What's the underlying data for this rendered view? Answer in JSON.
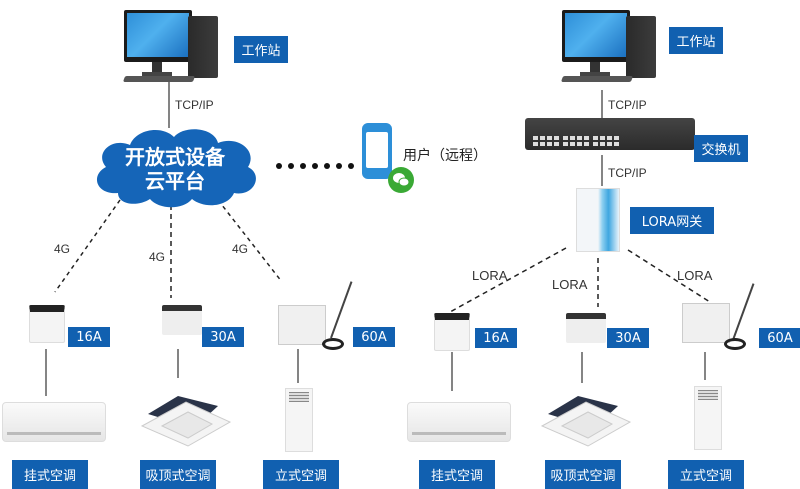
{
  "left_system": {
    "workstation_label": "工作站",
    "link_top": "TCP/IP",
    "cloud_line1": "开放式设备",
    "cloud_line2": "云平台",
    "links": [
      "4G",
      "4G",
      "4G"
    ],
    "devices": [
      {
        "rating": "16A",
        "ac_label": "挂式空调"
      },
      {
        "rating": "30A",
        "ac_label": "吸顶式空调"
      },
      {
        "rating": "60A",
        "ac_label": "立式空调"
      }
    ]
  },
  "remote_user": {
    "label": "用户（远程）",
    "dots": 7
  },
  "right_system": {
    "workstation_label": "工作站",
    "link_top": "TCP/IP",
    "switch_label": "交换机",
    "link_switch": "TCP/IP",
    "gateway_label": "LORA网关",
    "links": [
      "LORA",
      "LORA",
      "LORA"
    ],
    "devices": [
      {
        "rating": "16A",
        "ac_label": "挂式空调"
      },
      {
        "rating": "30A",
        "ac_label": "吸顶式空调"
      },
      {
        "rating": "60A",
        "ac_label": "立式空调"
      }
    ]
  },
  "colors": {
    "tag_blue": "#1160b0",
    "cloud_blue": "#1565b8",
    "phone_blue": "#2d8fd8",
    "wechat_green": "#3aa935"
  }
}
